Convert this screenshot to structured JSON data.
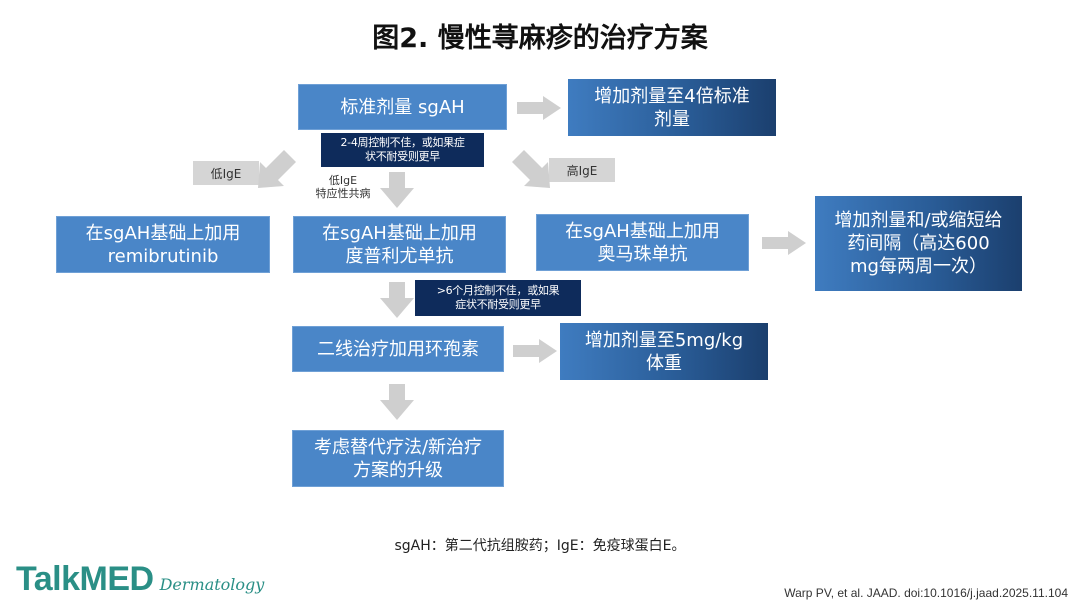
{
  "title": "图2. 慢性荨麻疹的治疗方案",
  "nodes": {
    "standard_dose": "标准剂量 sgAH",
    "increase_4x": "增加剂量至4倍标准\n剂量",
    "remibrutinib": "在sgAH基础上加用\nremibrutinib",
    "dupilumab": "在sgAH基础上加用\n度普利尤单抗",
    "omalizumab": "在sgAH基础上加用\n奥马珠单抗",
    "omalizumab_increase": "增加剂量和/或缩短给\n药间隔（高达600\nmg每两周一次）",
    "cyclosporine": "二线治疗加用环孢素",
    "cyclosporine_increase": "增加剂量至5mg/kg\n体重",
    "alternative": "考虑替代疗法/新治疗\n方案的升级"
  },
  "notes": {
    "first_line_fail": "2-4周控制不佳，或如果症\n状不耐受则更早",
    "second_line_fail": ">6个月控制不佳，或如果\n症状不耐受则更早"
  },
  "tags": {
    "low_ige": "低IgE",
    "high_ige": "高IgE",
    "low_ige_atopic": "低IgE\n特应性共病"
  },
  "footnote": "sgAH：第二代抗组胺药；IgE：免疫球蛋白E。",
  "logo": {
    "main": "TalkMED",
    "sub": "Dermatology"
  },
  "citation": "Warp PV, et al. JAAD. doi:10.1016/j.jaad.2025.11.104",
  "colors": {
    "box_blue": "#4a86c8",
    "box_dark": "#1b3f6e",
    "note_navy": "#0e2b5b",
    "arrow_gray": "#cfcfcf",
    "logo_teal": "#2a8f86"
  }
}
